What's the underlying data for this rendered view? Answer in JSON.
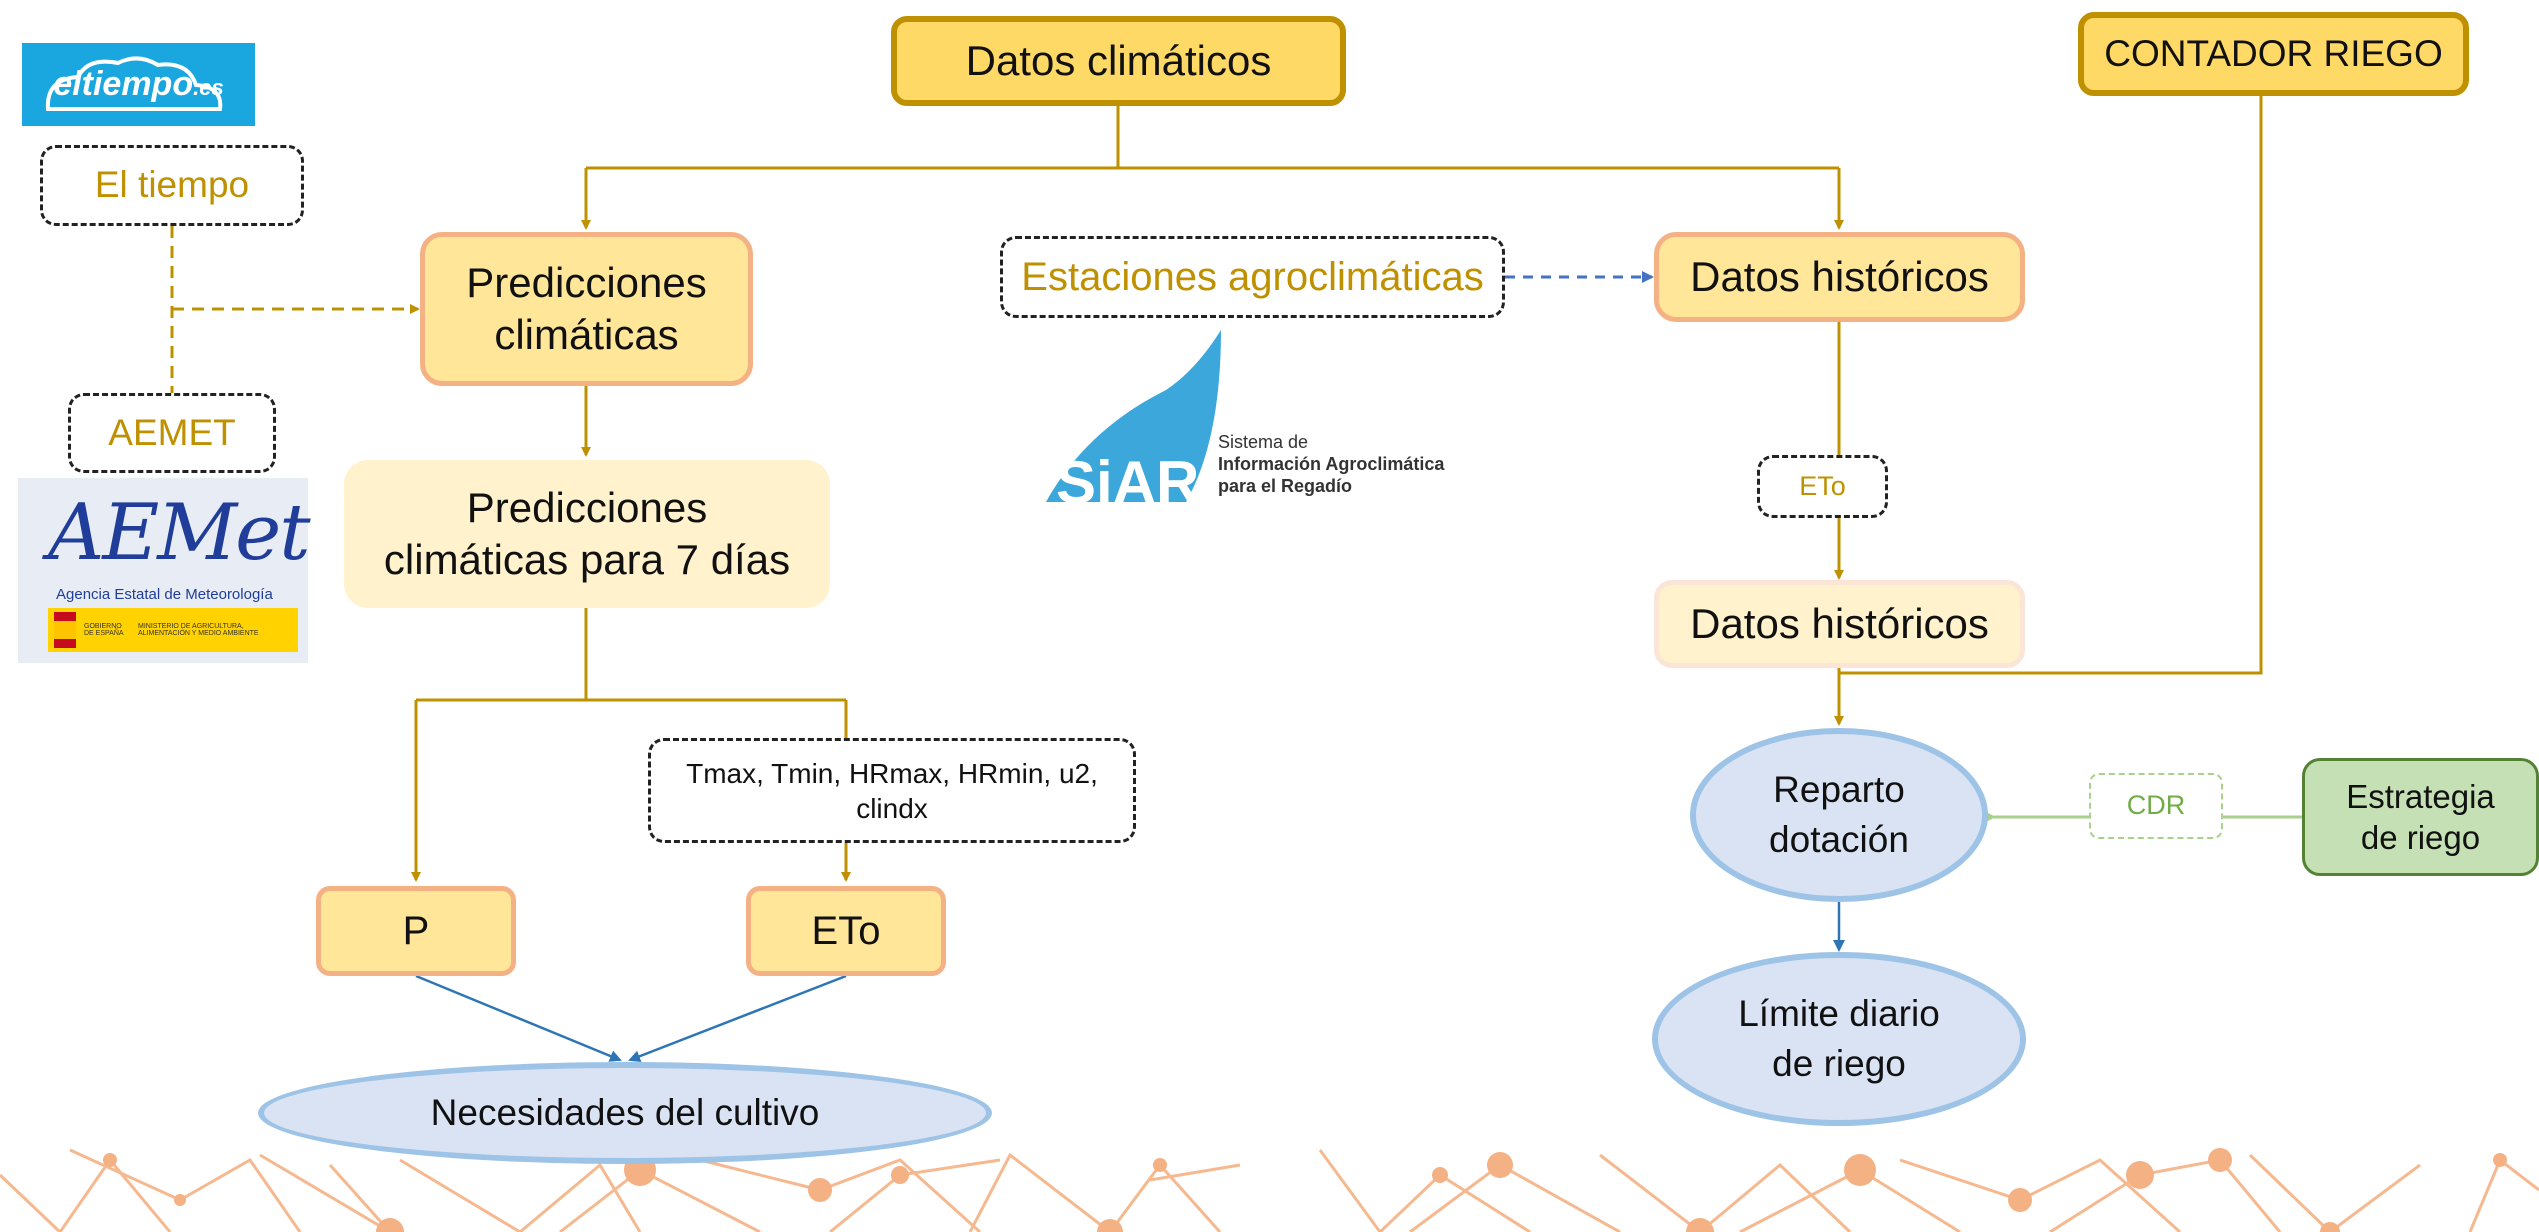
{
  "nodes": {
    "datos_climaticos": "Datos climáticos",
    "contador_riego": "CONTADOR RIEGO",
    "el_tiempo": "El tiempo",
    "aemet": "AEMET",
    "predicciones": "Predicciones climáticas",
    "predicciones_7": "Predicciones climáticas para 7 días",
    "estaciones": "Estaciones agroclimáticas",
    "datos_historicos_1": "Datos históricos",
    "eto_label": "ETo",
    "datos_historicos_2": "Datos históricos",
    "variables": "Tmax, Tmin, HRmax, HRmin, u2, clindx",
    "p": "P",
    "eto": "ETo",
    "necesidades": "Necesidades del cultivo",
    "reparto": "Reparto dotación",
    "cdr": "CDR",
    "estrategia": "Estrategia de riego",
    "limite": "Límite diario de riego"
  },
  "logos": {
    "eltiempo": {
      "name": "eltiempo",
      "suffix": ".es"
    },
    "aemet": {
      "word": "AEMet",
      "subtitle": "Agencia Estatal de Meteorología",
      "gov": "GOBIERNO DE ESPAÑA",
      "ministry": "MINISTERIO DE AGRICULTURA, ALIMENTACIÓN Y MEDIO AMBIENTE"
    },
    "siar": {
      "word": "SiAR",
      "line1": "Sistema de",
      "line2": "Información Agroclimática",
      "line3": "para el Regadío"
    }
  },
  "colors": {
    "gold": "#bf9000",
    "blue_arrow": "#2e75b6",
    "dashed_blue": "#4472c4",
    "green_arrow": "#a9d18e",
    "network_orange": "#f4b183"
  }
}
